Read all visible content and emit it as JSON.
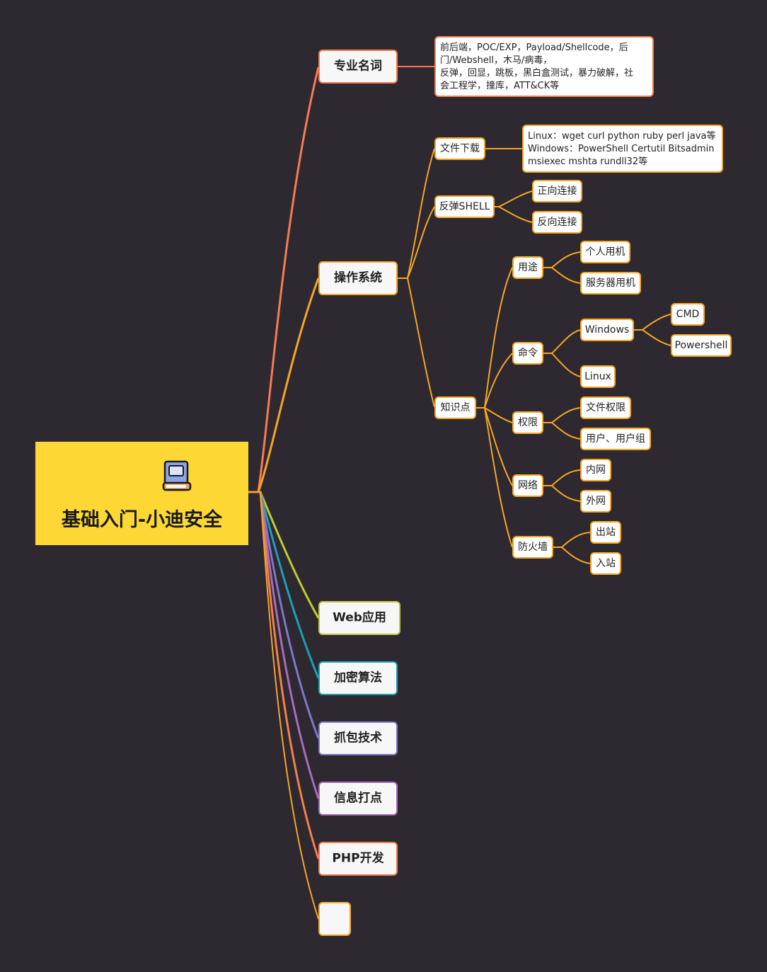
{
  "root": {
    "title": "基础入门-小迪安全",
    "icon": "book-icon"
  },
  "branches": {
    "terms": "专业名词",
    "os": "操作系统",
    "web": "Web应用",
    "crypto": "加密算法",
    "capture": "抓包技术",
    "recon": "信息打点",
    "php": "PHP开发"
  },
  "terms_note": {
    "lines": [
      "前后端，POC/EXP，Payload/Shellcode，后",
      "门/Webshell，木马/病毒，",
      "反弹，回显，跳板，黑白盒测试，暴力破解，社",
      "会工程学，撞库，ATT&CK等"
    ]
  },
  "os": {
    "download": "文件下载",
    "download_note": [
      "Linux：wget curl python ruby perl java等",
      "Windows：PowerShell Certutil Bitsadmin",
      "msiexec mshta rundll32等"
    ],
    "reverse_shell": "反弹SHELL",
    "forward_conn": "正向连接",
    "reverse_conn": "反向连接",
    "knowledge": "知识点",
    "usage": "用途",
    "personal": "个人用机",
    "server": "服务器用机",
    "command": "命令",
    "windows": "Windows",
    "cmd": "CMD",
    "powershell": "Powershell",
    "linux": "Linux",
    "permission": "权限",
    "file_perm": "文件权限",
    "user_group": "用户、用户组",
    "network": "网络",
    "intranet": "内网",
    "extranet": "外网",
    "firewall": "防火墙",
    "outbound": "出站",
    "inbound": "入站"
  },
  "colors": {
    "background": "#2e2831",
    "root": "#fdd835",
    "terms": "#f57c52",
    "os": "#f5a623",
    "web": "#c0ca33",
    "crypto": "#1e9fb7",
    "capture": "#7e78c8",
    "recon": "#a96bbd",
    "php": "#f2804b",
    "empty": "#f5a623"
  }
}
